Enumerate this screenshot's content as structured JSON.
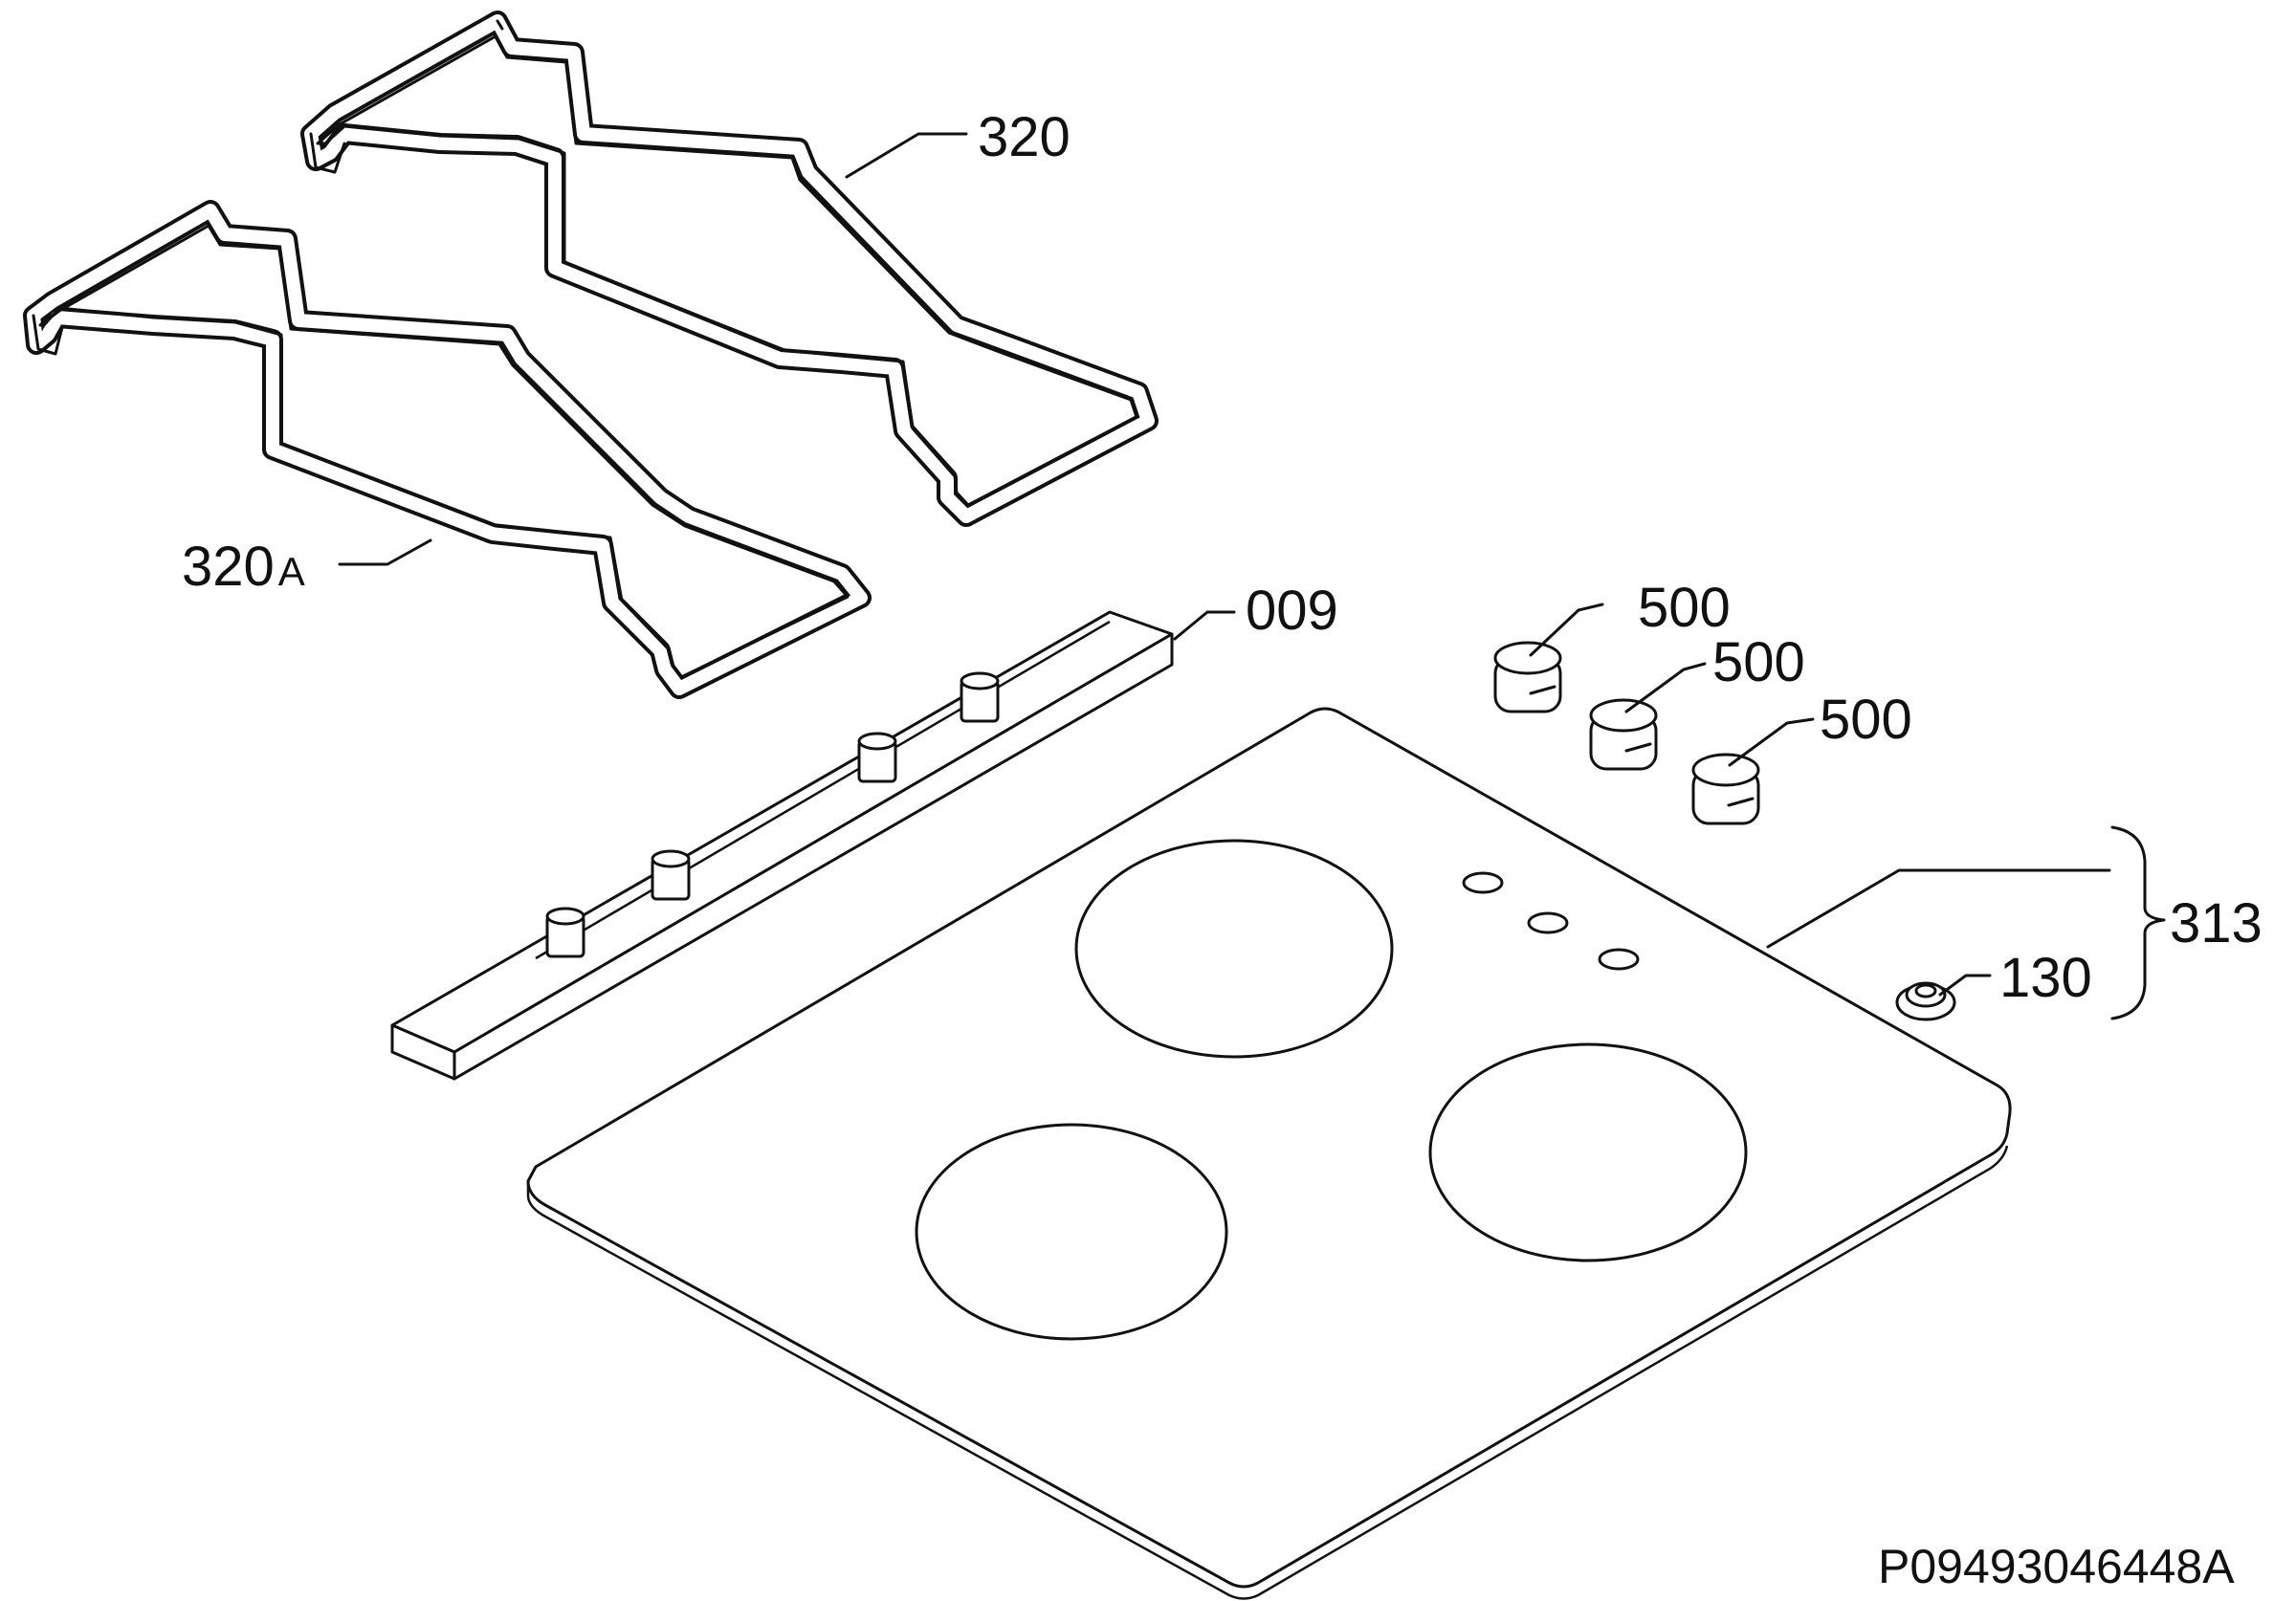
{
  "labels": {
    "grid_rear": "320",
    "grid_front": "320",
    "grid_front_suffix": "A",
    "control_panel": "009",
    "knob_1": "500",
    "knob_2": "500",
    "knob_3": "500",
    "hob_assembly": "313",
    "small_part": "130"
  },
  "diagram_code": "P09493046448A",
  "colors": {
    "line": "#111111",
    "background": "#ffffff"
  }
}
